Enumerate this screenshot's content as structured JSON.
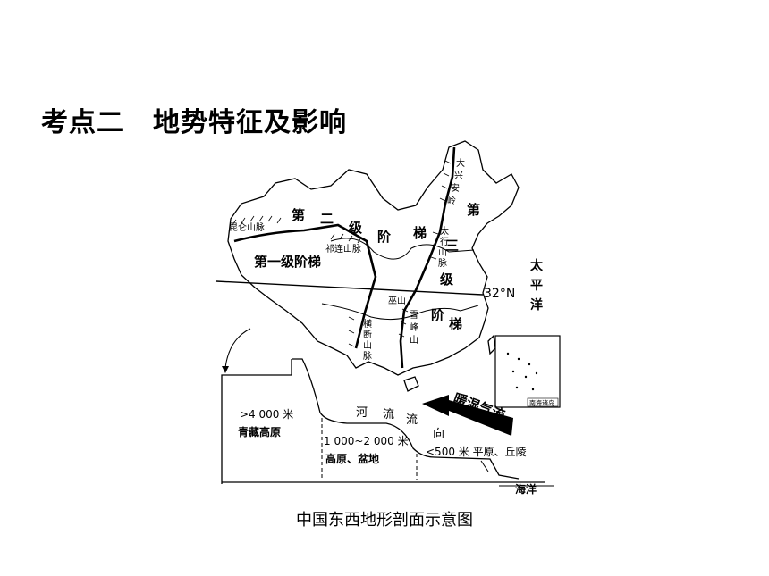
{
  "heading": {
    "label": "考点二",
    "title": "地势特征及影响"
  },
  "map": {
    "steps": {
      "second_parts": [
        "第",
        "二",
        "级",
        "阶",
        "梯"
      ],
      "third_parts": [
        "第",
        "三",
        "级",
        "阶",
        "梯"
      ],
      "first": "第一级阶梯"
    },
    "mountains": {
      "kunlun": "昆仑山脉",
      "qilian": "祁连山脉",
      "hengduan": [
        "横",
        "断",
        "山",
        "脉"
      ],
      "daxinganling": [
        "大",
        "兴",
        "安",
        "岭"
      ],
      "taihang": [
        "太",
        "行",
        "山",
        "脉"
      ],
      "wushan": "巫山",
      "xuefeng": [
        "雪",
        "峰",
        "山"
      ]
    },
    "latitude": "32°N",
    "ocean": [
      "太",
      "平",
      "洋"
    ],
    "current": "暖湿气流",
    "inset": "南海诸岛"
  },
  "profile": {
    "tier1": {
      "elevation": ">4 000 米",
      "name": "青藏高原"
    },
    "tier2": {
      "elevation": "1 000~2 000 米",
      "name": "高原、盆地"
    },
    "tier3": {
      "elevation": "<500 米 平原、丘陵"
    },
    "river_flow": [
      "河",
      "流",
      "流",
      "向"
    ],
    "sea": "海洋"
  },
  "caption": "中国东西地形剖面示意图"
}
